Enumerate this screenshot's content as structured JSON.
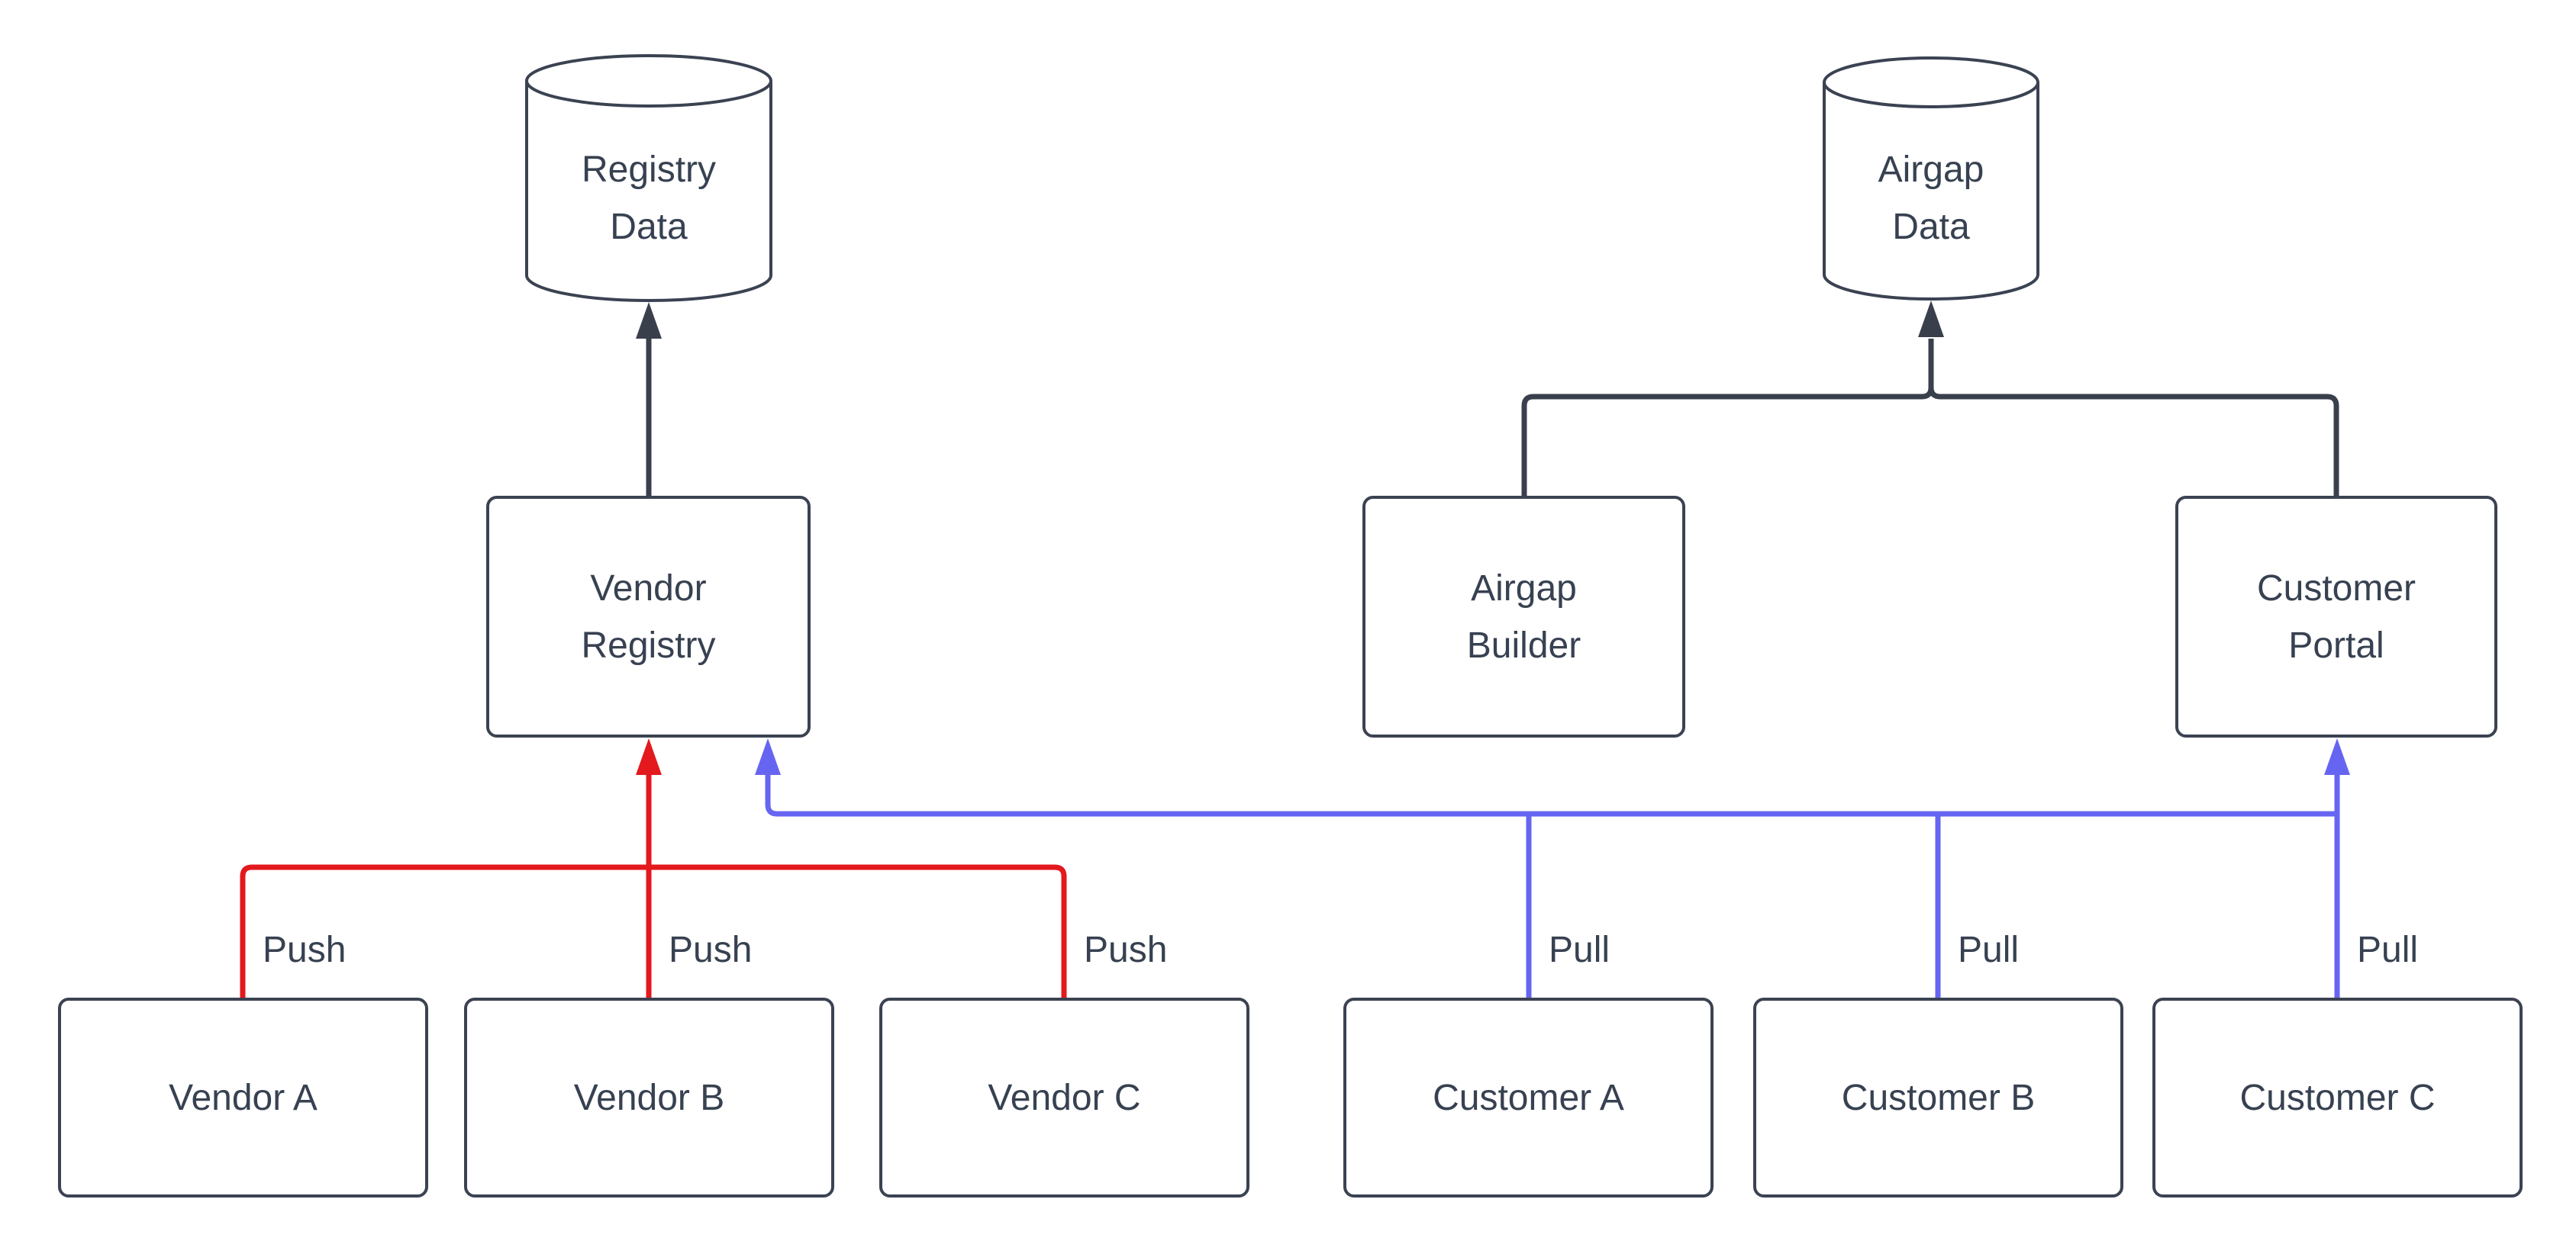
{
  "colors": {
    "background": "#ffffff",
    "node_border": "#3b4252",
    "text": "#374151",
    "dark_edge": "#3a3f4c",
    "push_edge": "#e3191d",
    "pull_edge": "#6665f2"
  },
  "nodes": {
    "registry_data": "Registry\nData",
    "airgap_data": "Airgap\nData",
    "vendor_registry": "Vendor\nRegistry",
    "airgap_builder": "Airgap\nBuilder",
    "customer_portal": "Customer\nPortal",
    "vendor_a": "Vendor A",
    "vendor_b": "Vendor B",
    "vendor_c": "Vendor C",
    "customer_a": "Customer A",
    "customer_b": "Customer B",
    "customer_c": "Customer C"
  },
  "edge_labels": {
    "push": [
      "Push",
      "Push",
      "Push"
    ],
    "pull": [
      "Pull",
      "Pull",
      "Pull"
    ]
  }
}
